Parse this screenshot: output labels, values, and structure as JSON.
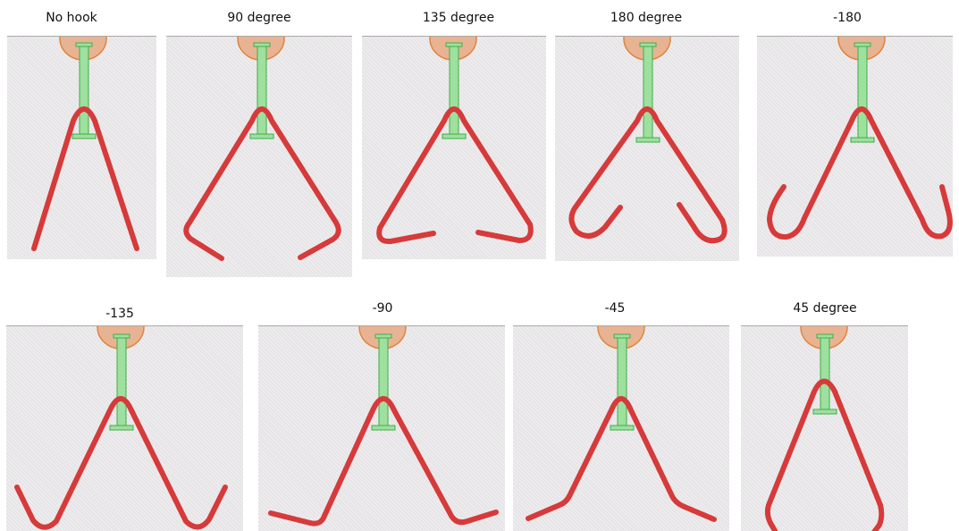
{
  "labels": {
    "no_hook": "No hook",
    "deg_90": "90 degree",
    "deg_135": "135 degree",
    "deg_180": "180 degree",
    "neg_180": "-180",
    "neg_135": "-135",
    "neg_90": "-90",
    "neg_45": "-45",
    "deg_45": "45 degree"
  },
  "colors": {
    "rebar": "#d63a3a",
    "stud": "#9ee09e",
    "stud_edge": "#3fae4a",
    "head": "#e8b392",
    "head_edge": "#e0843c",
    "panel_bg": "#e6e4e6",
    "panel_border": "#a9a9a9"
  }
}
